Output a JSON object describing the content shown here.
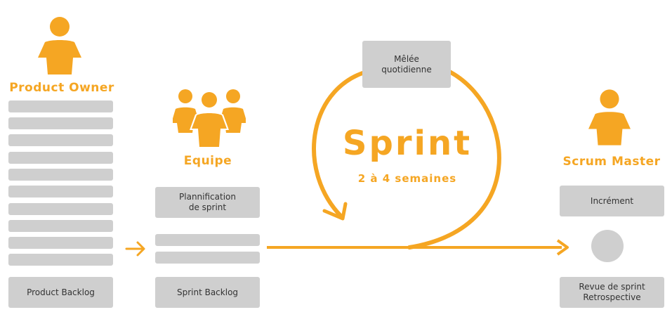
{
  "colors": {
    "accent": "#f5a623",
    "box": "#cfcfcf",
    "text": "#333333"
  },
  "product_owner": {
    "title": "Product Owner",
    "icon": "person-icon",
    "backlog_label": "Product Backlog"
  },
  "team": {
    "title": "Equipe",
    "icon": "team-icon",
    "planning_label_1": "Plannification",
    "planning_label_2": "de sprint",
    "backlog_label": "Sprint Backlog"
  },
  "sprint": {
    "daily_label_1": "Mêlée",
    "daily_label_2": "quotidienne",
    "title": "Sprint",
    "duration": "2 à 4 semaines"
  },
  "scrum_master": {
    "title": "Scrum Master",
    "icon": "person-icon",
    "increment_label": "Incrément",
    "review_label_1": "Revue de sprint",
    "review_label_2": "Retrospective"
  }
}
